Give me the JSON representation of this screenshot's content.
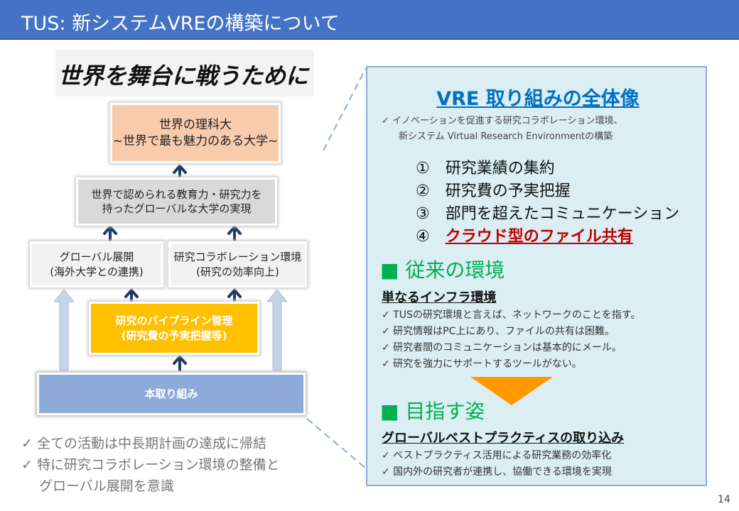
{
  "title": "TUS: 新システムVREの構築について",
  "calligraphy": "世界を舞台に戦うために",
  "diagram": {
    "top": [
      "世界の理科大",
      "~世界で最も魅力のある大学~"
    ],
    "second": [
      "世界で認められる教育力・研究力を",
      "持ったグローバルな大学の実現"
    ],
    "left": [
      "グローバル展開",
      "(海外大学との連携)"
    ],
    "right": [
      "研究コラボレーション環境",
      "(研究の効率向上)"
    ],
    "pipeline": [
      "研究のパイプライン管理",
      "(研究費の予実把握等)"
    ],
    "base": "本取り組み"
  },
  "left_notes": [
    "✓ 全ての活動は中長期計画の達成に帰結",
    "✓ 特に研究コラボレーション環境の整備と",
    "   グローバル展開を意識"
  ],
  "panel": {
    "title": "VRE 取り組みの全体像",
    "intro": [
      "✓ イノベーションを促進する研究コラボレーション環境、",
      "新システム Virtual Research Environmentの構築"
    ],
    "items": [
      "①　研究業績の集約",
      "②　研究費の予実把握",
      "③　部門を超えたコミュニケーション",
      "④　"
    ],
    "item4_highlight": "クラウド型のファイル共有",
    "current": {
      "heading": "■ 従来の環境",
      "subheading": "単なるインフラ環境",
      "points": [
        "✓ TUSの研究環境と言えば、ネットワークのことを指す。",
        "✓ 研究情報はPC上にあり、ファイルの共有は困難。",
        "✓ 研究者間のコミュニケーションは基本的にメール。",
        "✓ 研究を強力にサポートするツールがない。"
      ]
    },
    "goal": {
      "heading": "■ 目指す姿",
      "subheading": "グローバルベストプラクティスの取り込み",
      "points": [
        "✓ ベストプラクティス活用による研究業務の効率化",
        "✓ 国内外の研究者が連携し、協働できる環境を実現"
      ]
    }
  },
  "page_number": "14",
  "colors": {
    "title_bar": "#4472C4",
    "accent_blue": "#0070C0",
    "green": "#00B050",
    "red": "#C00000",
    "arrow_orange": "#FF9900"
  }
}
